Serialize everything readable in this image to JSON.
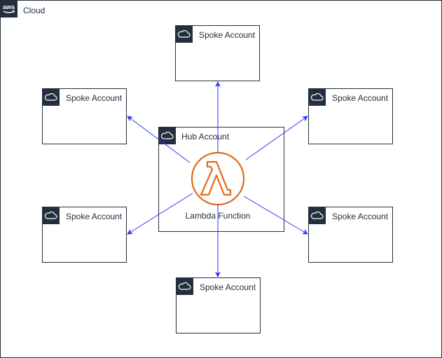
{
  "cloud": {
    "logo_text": "aws",
    "label": "Cloud",
    "logo_icon": "aws-logo-icon"
  },
  "hub": {
    "label": "Hub Account",
    "function_label": "Lambda Function",
    "function_icon": "lambda-icon"
  },
  "spokes": [
    {
      "label": "Spoke Account"
    },
    {
      "label": "Spoke Account"
    },
    {
      "label": "Spoke Account"
    },
    {
      "label": "Spoke Account"
    },
    {
      "label": "Spoke Account"
    },
    {
      "label": "Spoke Account"
    }
  ],
  "colors": {
    "frame": "#232f3e",
    "arrow": "#3333ff",
    "lambda": "#e36a1d"
  }
}
